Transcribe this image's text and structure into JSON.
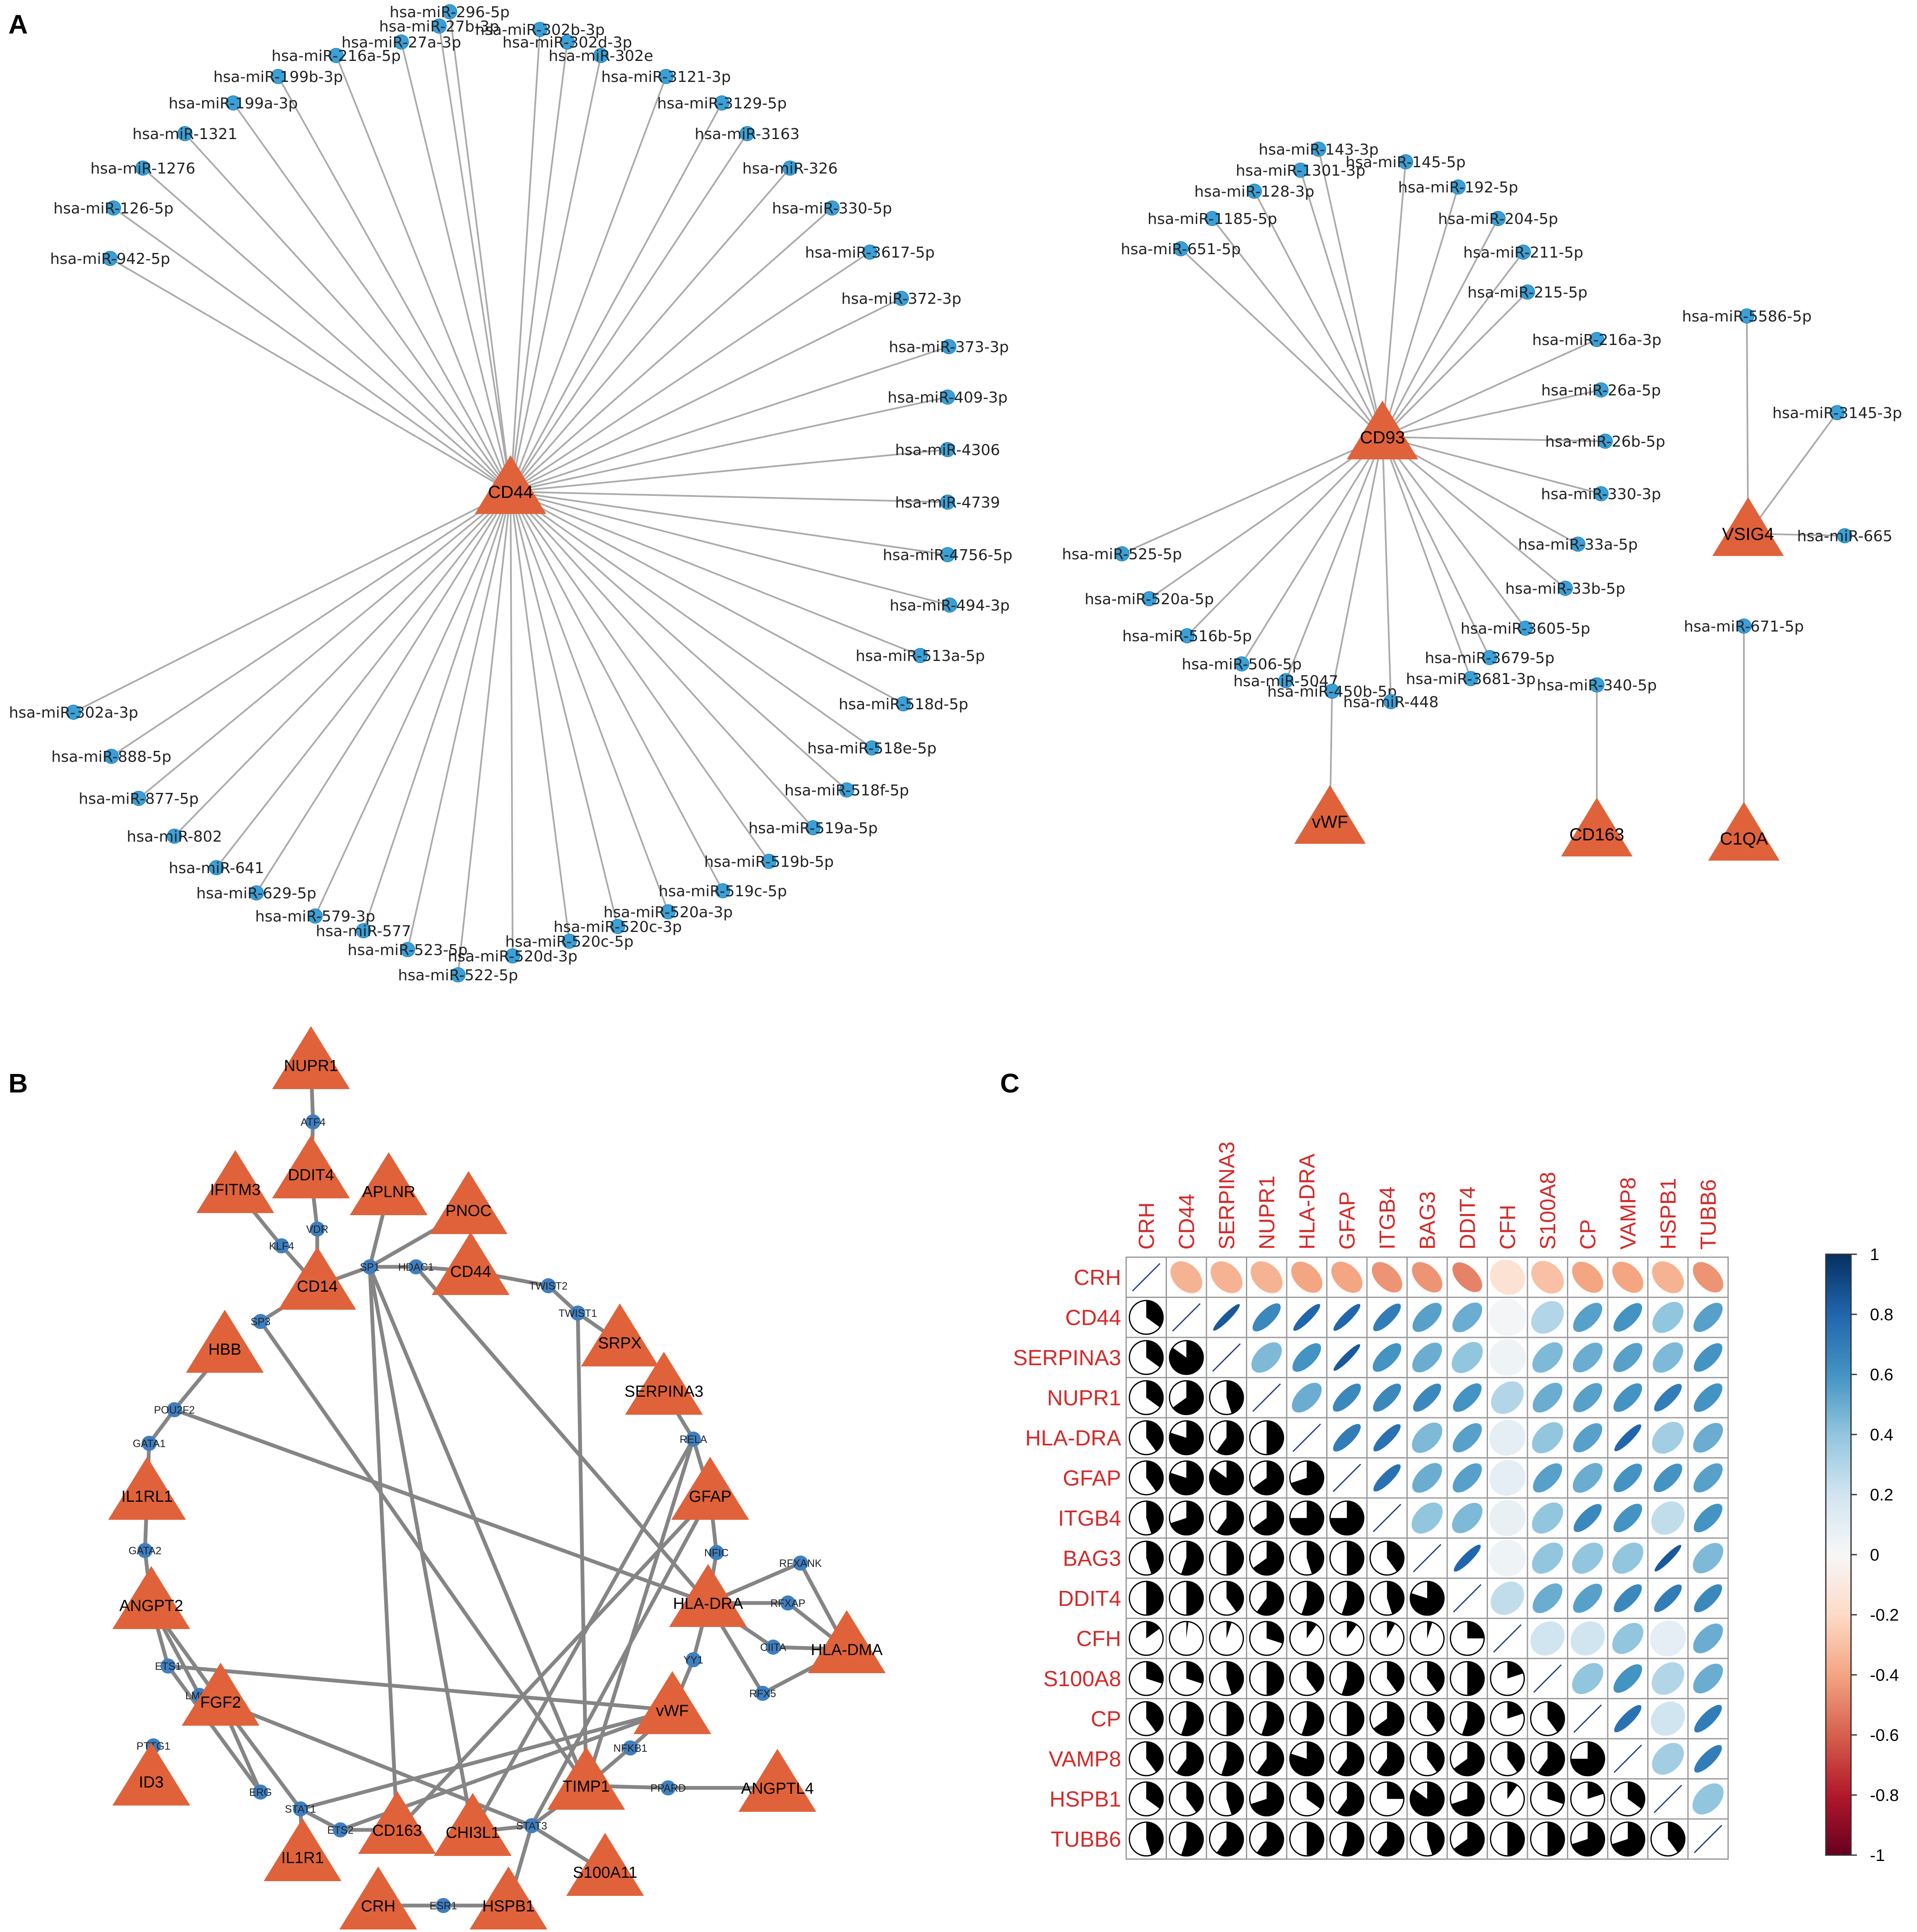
{
  "panels": {
    "a": "A",
    "b": "B",
    "c": "C"
  },
  "colors": {
    "mirna_node": "#3aa0d8",
    "mirna_node_stroke": "#2a88c0",
    "gene_node": "#e0623a",
    "tf_node": "#3e7fc1",
    "edge_a": "#aaaaaa",
    "edge_b": "#858585",
    "corr_label": "#d42a2a",
    "grid": "#999999",
    "scale": [
      "#67001f",
      "#b2182b",
      "#d6604d",
      "#f4a582",
      "#fddbc7",
      "#f7f7f7",
      "#d1e5f0",
      "#92c5de",
      "#4393c3",
      "#2166ac",
      "#053061"
    ]
  },
  "network_a": {
    "hubs": [
      {
        "id": "CD44",
        "label": "CD44"
      },
      {
        "id": "CD93",
        "label": "CD93"
      },
      {
        "id": "VSIG4",
        "label": "VSIG4"
      },
      {
        "id": "vWF",
        "label": "vWF"
      },
      {
        "id": "CD163",
        "label": "CD163"
      },
      {
        "id": "C1QA",
        "label": "C1QA"
      }
    ],
    "cd44_mirnas": [
      "hsa-miR-296-5p",
      "hsa-miR-27b-3p",
      "hsa-miR-302b-3p",
      "hsa-miR-27a-3p",
      "hsa-miR-302d-3p",
      "hsa-miR-216a-5p",
      "hsa-miR-302e",
      "hsa-miR-199b-3p",
      "hsa-miR-3121-3p",
      "hsa-miR-199a-3p",
      "hsa-miR-3129-5p",
      "hsa-miR-1321",
      "hsa-miR-3163",
      "hsa-miR-1276",
      "hsa-miR-326",
      "hsa-miR-126-5p",
      "hsa-miR-330-5p",
      "hsa-miR-942-5p",
      "hsa-miR-3617-5p",
      "hsa-miR-372-3p",
      "hsa-miR-373-3p",
      "hsa-miR-409-3p",
      "hsa-miR-4306",
      "hsa-miR-4739",
      "hsa-miR-4756-5p",
      "hsa-miR-494-3p",
      "hsa-miR-513a-5p",
      "hsa-miR-518d-5p",
      "hsa-miR-518e-5p",
      "hsa-miR-518f-5p",
      "hsa-miR-519a-5p",
      "hsa-miR-519b-5p",
      "hsa-miR-519c-5p",
      "hsa-miR-520a-3p",
      "hsa-miR-520c-3p",
      "hsa-miR-520c-5p",
      "hsa-miR-520d-3p",
      "hsa-miR-522-5p",
      "hsa-miR-523-5p",
      "hsa-miR-577",
      "hsa-miR-579-3p",
      "hsa-miR-629-5p",
      "hsa-miR-641",
      "hsa-miR-802",
      "hsa-miR-877-5p",
      "hsa-miR-888-5p",
      "hsa-miR-302a-3p"
    ],
    "cd93_mirnas": [
      "hsa-miR-143-3p",
      "hsa-miR-145-5p",
      "hsa-miR-1301-3p",
      "hsa-miR-192-5p",
      "hsa-miR-128-3p",
      "hsa-miR-1185-5p",
      "hsa-miR-204-5p",
      "hsa-miR-651-5p",
      "hsa-miR-211-5p",
      "hsa-miR-215-5p",
      "hsa-miR-216a-3p",
      "hsa-miR-26a-5p",
      "hsa-miR-26b-5p",
      "hsa-miR-330-3p",
      "hsa-miR-33a-5p",
      "hsa-miR-33b-5p",
      "hsa-miR-525-5p",
      "hsa-miR-520a-5p",
      "hsa-miR-516b-5p",
      "hsa-miR-3605-5p",
      "hsa-miR-506-5p",
      "hsa-miR-3679-5p",
      "hsa-miR-5047",
      "hsa-miR-3681-3p",
      "hsa-miR-450b-5p",
      "hsa-miR-448"
    ],
    "vsig4_mirnas": [
      "hsa-miR-5586-5p",
      "hsa-miR-3145-3p",
      "hsa-miR-665"
    ],
    "vwf_mirna": "hsa-miR-450b-5p",
    "cd163_mirna": "hsa-miR-340-5p",
    "c1qa_mirna": "hsa-miR-671-5p"
  },
  "network_b": {
    "genes": [
      "NUPR1",
      "DDIT4",
      "IFITM3",
      "APLNR",
      "PNOC",
      "CD44",
      "CD14",
      "HBB",
      "SRPX",
      "SERPINA3",
      "GFAP",
      "IL1RL1",
      "ANGPT2",
      "HLA-DRA",
      "HLA-DMA",
      "FGF2",
      "vWF",
      "ID3",
      "TIMP1",
      "ANGPTL4",
      "CD163",
      "CHI3L1",
      "IL1R1",
      "S100A11",
      "CRH",
      "HSPB1"
    ],
    "tfs": [
      "ATF4",
      "VDR",
      "KLF4",
      "SP1",
      "HDAC1",
      "TWIST2",
      "TWIST1",
      "SP3",
      "POU2F2",
      "GATA1",
      "RELA",
      "GATA2",
      "NFIC",
      "RFXANK",
      "RFXAP",
      "CIITA",
      "YY1",
      "RFX5",
      "ETS1",
      "LMO2",
      "NFKB1",
      "PTTG1",
      "ERG",
      "PPARD",
      "STAT1",
      "ETS2",
      "STAT3",
      "ESR1"
    ]
  },
  "correlation": {
    "genes": [
      "CRH",
      "CD44",
      "SERPINA3",
      "NUPR1",
      "HLA-DRA",
      "GFAP",
      "ITGB4",
      "BAG3",
      "DDIT4",
      "CFH",
      "S100A8",
      "CP",
      "VAMP8",
      "HSPB1",
      "TUBB6"
    ],
    "matrix": [
      [
        1.0,
        -0.35,
        -0.35,
        -0.35,
        -0.4,
        -0.4,
        -0.45,
        -0.45,
        -0.5,
        -0.15,
        -0.3,
        -0.4,
        -0.4,
        -0.35,
        -0.45
      ],
      [
        -0.35,
        1.0,
        0.85,
        0.65,
        0.8,
        0.8,
        0.7,
        0.55,
        0.5,
        0.02,
        0.3,
        0.55,
        0.6,
        0.4,
        0.55
      ],
      [
        -0.35,
        0.85,
        1.0,
        0.45,
        0.6,
        0.85,
        0.6,
        0.5,
        0.4,
        0.05,
        0.45,
        0.5,
        0.55,
        0.45,
        0.6
      ],
      [
        -0.35,
        0.65,
        0.45,
        1.0,
        0.5,
        0.65,
        0.65,
        0.65,
        0.6,
        0.3,
        0.5,
        0.55,
        0.6,
        0.7,
        0.6
      ],
      [
        -0.4,
        0.8,
        0.6,
        0.5,
        1.0,
        0.7,
        0.75,
        0.45,
        0.55,
        0.1,
        0.4,
        0.55,
        0.8,
        0.35,
        0.5
      ],
      [
        -0.4,
        0.8,
        0.85,
        0.65,
        0.7,
        1.0,
        0.75,
        0.5,
        0.55,
        0.1,
        0.55,
        0.5,
        0.6,
        0.6,
        0.55
      ],
      [
        -0.45,
        0.7,
        0.6,
        0.65,
        0.75,
        0.75,
        1.0,
        0.4,
        0.45,
        0.08,
        0.4,
        0.65,
        0.6,
        0.25,
        0.6
      ],
      [
        -0.45,
        0.55,
        0.5,
        0.65,
        0.45,
        0.5,
        0.4,
        1.0,
        0.8,
        0.05,
        0.4,
        0.4,
        0.4,
        0.85,
        0.45
      ],
      [
        -0.5,
        0.5,
        0.4,
        0.6,
        0.55,
        0.55,
        0.45,
        0.8,
        1.0,
        0.25,
        0.5,
        0.55,
        0.65,
        0.7,
        0.65
      ],
      [
        -0.15,
        0.02,
        0.05,
        0.3,
        0.1,
        0.1,
        0.08,
        0.05,
        0.25,
        1.0,
        0.2,
        0.2,
        0.4,
        0.1,
        0.5
      ],
      [
        -0.3,
        0.3,
        0.45,
        0.5,
        0.4,
        0.55,
        0.4,
        0.4,
        0.5,
        0.2,
        1.0,
        0.4,
        0.6,
        0.3,
        0.5
      ],
      [
        -0.4,
        0.55,
        0.5,
        0.55,
        0.55,
        0.5,
        0.65,
        0.4,
        0.55,
        0.2,
        0.4,
        1.0,
        0.75,
        0.2,
        0.7
      ],
      [
        -0.4,
        0.6,
        0.55,
        0.6,
        0.8,
        0.6,
        0.6,
        0.4,
        0.65,
        0.4,
        0.6,
        0.75,
        1.0,
        0.35,
        0.7
      ],
      [
        -0.35,
        0.4,
        0.45,
        0.7,
        0.35,
        0.6,
        0.25,
        0.85,
        0.7,
        0.1,
        0.3,
        0.2,
        0.35,
        1.0,
        0.4
      ],
      [
        -0.45,
        0.55,
        0.6,
        0.6,
        0.5,
        0.55,
        0.6,
        0.45,
        0.65,
        0.5,
        0.5,
        0.7,
        0.7,
        0.4,
        1.0
      ]
    ],
    "scale_ticks": [
      "1",
      "0.8",
      "0.6",
      "0.4",
      "0.2",
      "0",
      "-0.2",
      "-0.4",
      "-0.6",
      "-0.8",
      "-1"
    ]
  }
}
